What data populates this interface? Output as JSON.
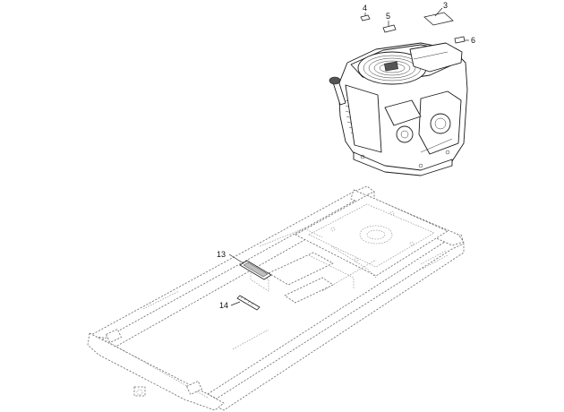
{
  "callouts": {
    "c3": "3",
    "c4": "4",
    "c5": "5",
    "c6": "6",
    "c13": "13",
    "c14": "14"
  },
  "colors": {
    "line": "#1a1a1a",
    "frame": "#6b6b6b",
    "background": "#ffffff"
  }
}
